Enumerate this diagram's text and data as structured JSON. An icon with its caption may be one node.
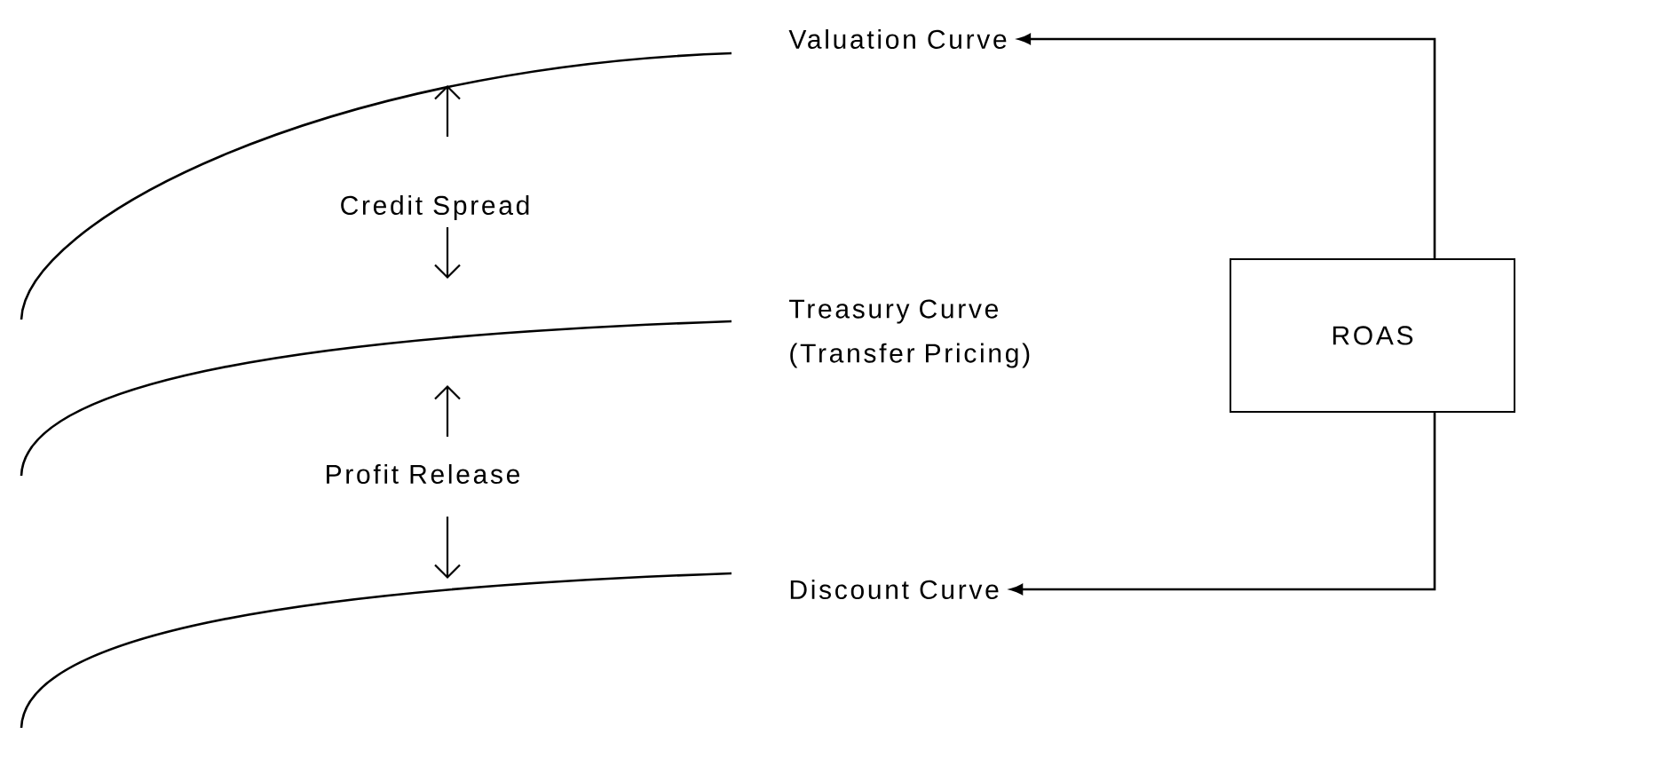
{
  "diagram": {
    "nodes": [
      {
        "text": [
          "Valuation Curve"
        ]
      },
      {
        "text": [
          "Treasury Curve (Transfer Pricing)"
        ]
      },
      {
        "text": [
          "Discount Curve"
        ]
      },
      {
        "text": [
          "ROAS"
        ]
      }
    ],
    "edges": [
      {
        "from": 3,
        "to": 0,
        "arrow": "to"
      },
      {
        "from": 3,
        "to": 2,
        "arrow": "to"
      }
    ],
    "labels": [
      "Credit Spread",
      "Profit Release"
    ]
  }
}
